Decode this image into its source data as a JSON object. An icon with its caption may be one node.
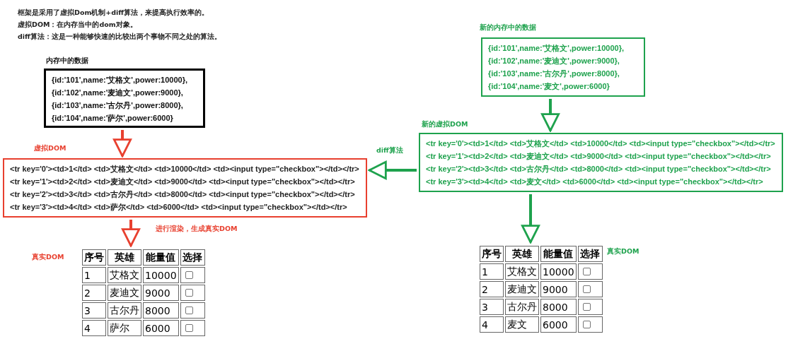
{
  "diagram": {
    "nodes": [
      {
        "text": [
          "内存中的数据",
          "{id:'101',name:'艾格文',power:10000},",
          "{id:'102',name:'麦迪文',power:9000},",
          "{id:'103',name:'古尔丹',power:8000},",
          "{id:'104',name:'萨尔',power:6000}"
        ]
      },
      {
        "text": [
          "虚拟DOM",
          "<tr key='0'><td>1</td> <td>艾格文</td> <td>10000</td> <td><input type=\"checkbox\"></td></tr>",
          "<tr key='1'><td>2</td> <td>麦迪文</td> <td>9000</td> <td><input type=\"checkbox\"></td></tr>",
          "<tr key='2'><td>3</td> <td>古尔丹</td> <td>8000</td> <td><input type=\"checkbox\"></td></tr>",
          "<tr key='3'><td>4</td> <td>萨尔</td> <td>6000</td> <td><input type=\"checkbox\"></td></tr>"
        ]
      },
      {
        "text": [
          "真实DOM",
          "序号",
          "英雄",
          "能量值",
          "选择",
          "1",
          "艾格文",
          "10000",
          "2",
          "麦迪文",
          "9000",
          "3",
          "古尔丹",
          "8000",
          "4",
          "萨尔",
          "6000"
        ]
      },
      {
        "text": [
          "新的内存中的数据",
          "{id:'101',name:'艾格文',power:10000},",
          "{id:'102',name:'麦迪文',power:9000},",
          "{id:'103',name:'古尔丹',power:8000},",
          "{id:'104',name:'麦文',power:6000}"
        ]
      },
      {
        "text": [
          "新的虚拟DOM",
          "<tr key='0'><td>1</td> <td>艾格文</td> <td>10000</td> <td><input type=\"checkbox\"></td></tr>",
          "<tr key='1'><td>2</td> <td>麦迪文</td> <td>9000</td> <td><input type=\"checkbox\"></td></tr>",
          "<tr key='2'><td>3</td> <td>古尔丹</td> <td>8000</td> <td><input type=\"checkbox\"></td></tr>",
          "<tr key='3'><td>4</td> <td>麦文</td> <td>6000</td> <td><input type=\"checkbox\"></td></tr>"
        ]
      },
      {
        "text": [
          "真实DOM",
          "序号",
          "英雄",
          "能量值",
          "选择",
          "1",
          "艾格文",
          "10000",
          "2",
          "麦迪文",
          "9000",
          "3",
          "古尔丹",
          "8000",
          "4",
          "麦文",
          "6000"
        ]
      }
    ],
    "edges": [
      {
        "from": 0,
        "to": 1,
        "arrow": "to",
        "color": "#e8402f"
      },
      {
        "from": 1,
        "to": 2,
        "arrow": "to",
        "label": "进行渲染，生成真实DOM",
        "color": "#e8402f"
      },
      {
        "from": 3,
        "to": 4,
        "arrow": "to"
      },
      {
        "from": 4,
        "to": 1,
        "arrow": "to",
        "label": "diff算法"
      },
      {
        "from": 4,
        "to": 5,
        "arrow": "to"
      }
    ],
    "labels": [
      "框架是采用了虚拟Dom机制+diff算法，来提高执行效率的。",
      "虚拟DOM：在内存当中的dom对象。",
      "diff算法：这是一种能够快速的比较出两个事物不同之处的算法。"
    ]
  }
}
